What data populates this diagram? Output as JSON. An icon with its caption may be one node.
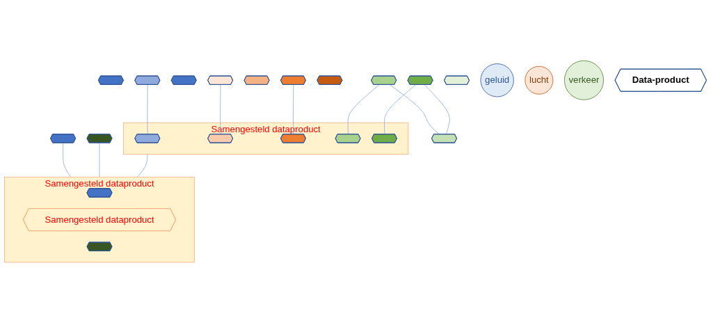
{
  "diagram": {
    "nodes": [
      {
        "text": [],
        "shape": "hexagon"
      },
      {
        "text": [],
        "shape": "hexagon"
      },
      {
        "text": [],
        "shape": "hexagon"
      },
      {
        "text": [],
        "shape": "hexagon"
      },
      {
        "text": [],
        "shape": "hexagon"
      },
      {
        "text": [],
        "shape": "hexagon"
      },
      {
        "text": [],
        "shape": "hexagon"
      },
      {
        "text": [],
        "shape": "hexagon"
      },
      {
        "text": [],
        "shape": "hexagon"
      },
      {
        "text": [],
        "shape": "hexagon"
      },
      {
        "text": [],
        "shape": "hexagon"
      },
      {
        "text": [],
        "shape": "hexagon"
      },
      {
        "text": [
          "geluid"
        ]
      },
      {
        "text": [
          "lucht"
        ]
      },
      {
        "text": [],
        "shape": "hexagon"
      },
      {
        "text": [
          "verkeer"
        ]
      },
      {
        "text": [
          "Samengesteld dataproduct"
        ]
      },
      {
        "text": [],
        "shape": "hexagon",
        "in": 16
      },
      {
        "text": [],
        "shape": "hexagon",
        "in": 16
      },
      {
        "text": [],
        "shape": "hexagon",
        "in": 16
      },
      {
        "text": [],
        "shape": "hexagon",
        "in": 16
      },
      {
        "text": [],
        "shape": "hexagon",
        "in": 16
      },
      {
        "text": [
          "Samengesteld dataproduct"
        ]
      },
      {
        "text": [],
        "shape": "hexagon",
        "in": 22
      },
      {
        "text": [
          "Samengesteld dataproduct"
        ],
        "in": 22
      },
      {
        "text": [],
        "shape": "hexagon",
        "in": 22
      },
      {
        "text": [
          "Data-product"
        ]
      }
    ],
    "edges": [
      {
        "from": 0,
        "to": 22,
        "arrow": "none"
      },
      {
        "from": 2,
        "to": 17,
        "arrow": "none"
      },
      {
        "from": 4,
        "to": 18,
        "arrow": "none"
      },
      {
        "from": 6,
        "to": 19,
        "arrow": "none"
      },
      {
        "from": 8,
        "to": 20,
        "arrow": "none"
      },
      {
        "from": 8,
        "to": 14,
        "arrow": "none"
      },
      {
        "from": 9,
        "to": 21,
        "arrow": "none"
      },
      {
        "from": 9,
        "to": 14,
        "arrow": "none"
      },
      {
        "from": 10,
        "to": 22,
        "arrow": "none"
      },
      {
        "from": 16,
        "to": 22,
        "arrow": "none"
      }
    ]
  }
}
